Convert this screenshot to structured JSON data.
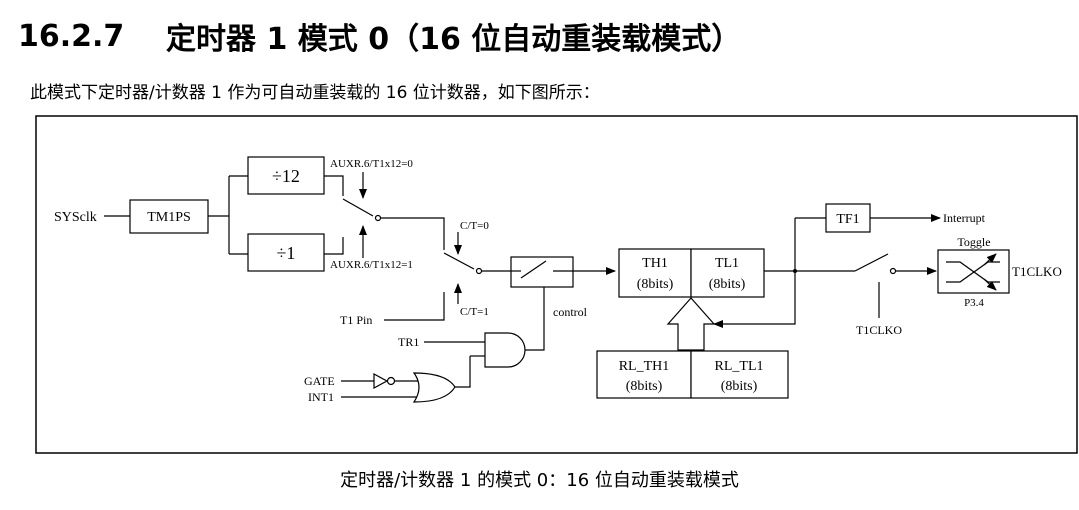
{
  "heading": {
    "number": "16.2.7",
    "title": "定时器 1 模式 0（16 位自动重装载模式）"
  },
  "intro": "此模式下定时器/计数器 1 作为可自动重装载的 16 位计数器，如下图所示：",
  "caption": "定时器/计数器 1 的模式 0：16 位自动重装载模式",
  "diagram": {
    "sysclk": "SYSclk",
    "tm1ps": "TM1PS",
    "div12": "÷12",
    "div1": "÷1",
    "auxr_top": "AUXR.6/T1x12=0",
    "auxr_bottom": "AUXR.6/T1x12=1",
    "ct0": "C/T=0",
    "ct1": "C/T=1",
    "t1pin": "T1 Pin",
    "control": "control",
    "tr1": "TR1",
    "gate": "GATE",
    "int1": "INT1",
    "th1": "TH1",
    "th1_bits": "(8bits)",
    "tl1": "TL1",
    "tl1_bits": "(8bits)",
    "rl_th1": "RL_TH1",
    "rl_th1_bits": "(8bits)",
    "rl_tl1": "RL_TL1",
    "rl_tl1_bits": "(8bits)",
    "tf1": "TF1",
    "interrupt": "Interrupt",
    "toggle": "Toggle",
    "t1clko_out": "T1CLKO",
    "p34": "P3.4",
    "t1clko_ctrl": "T1CLKO"
  }
}
